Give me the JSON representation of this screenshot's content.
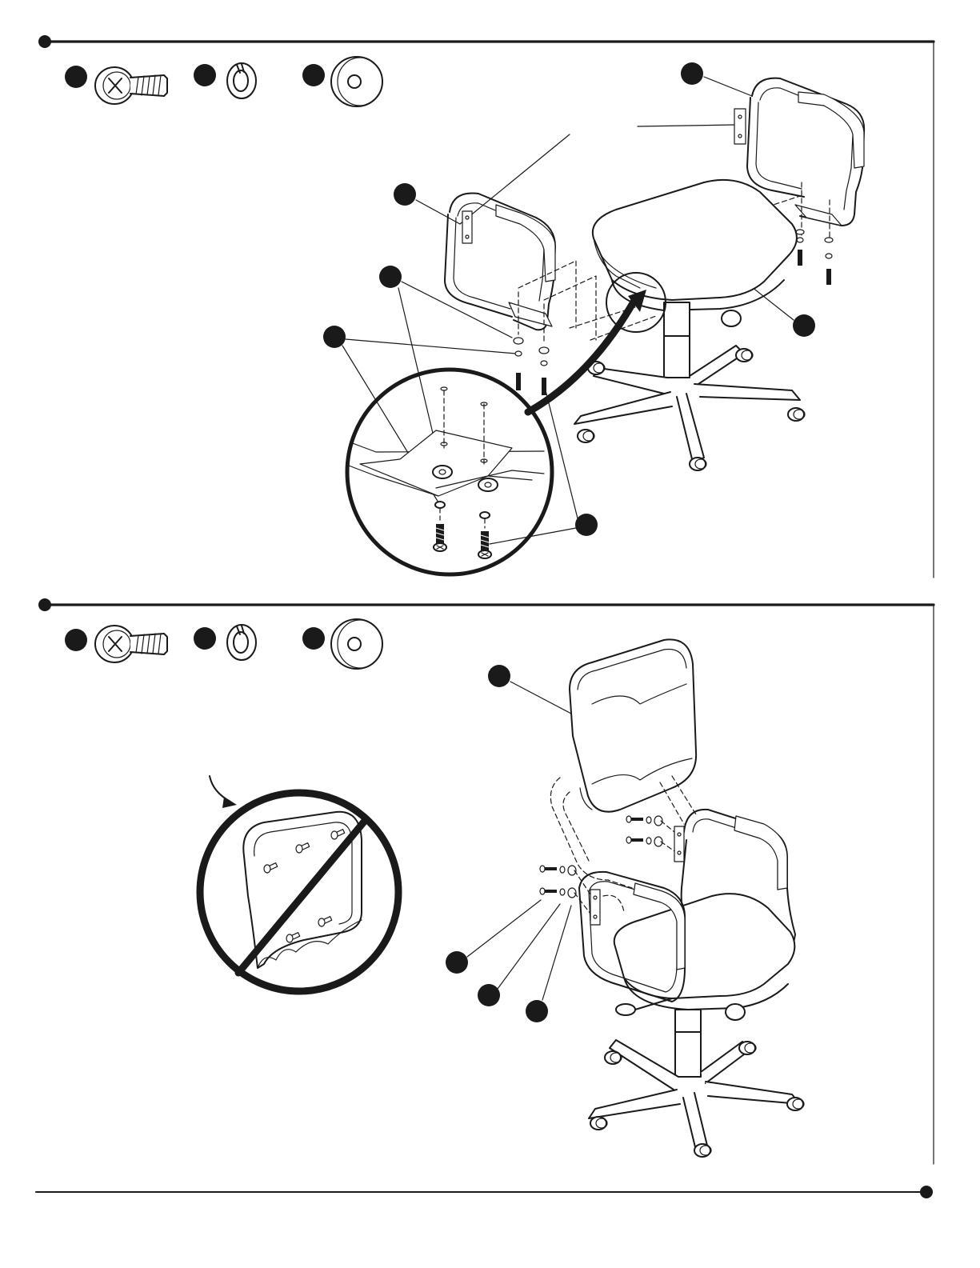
{
  "colors": {
    "ink": "#1a1a1a",
    "paper": "#ffffff"
  },
  "steps": [
    {
      "hardware": [
        {
          "icon": "screw-icon"
        },
        {
          "icon": "lock-washer-icon"
        },
        {
          "icon": "flat-washer-icon"
        }
      ],
      "parts": [
        "left-armrest",
        "right-armrest",
        "seat",
        "chair-base",
        "detail-magnifier"
      ]
    },
    {
      "hardware": [
        {
          "icon": "screw-icon"
        },
        {
          "icon": "lock-washer-icon"
        },
        {
          "icon": "flat-washer-icon"
        }
      ],
      "parts": [
        "backrest",
        "prohibition-inset",
        "assembled-chair"
      ]
    }
  ]
}
